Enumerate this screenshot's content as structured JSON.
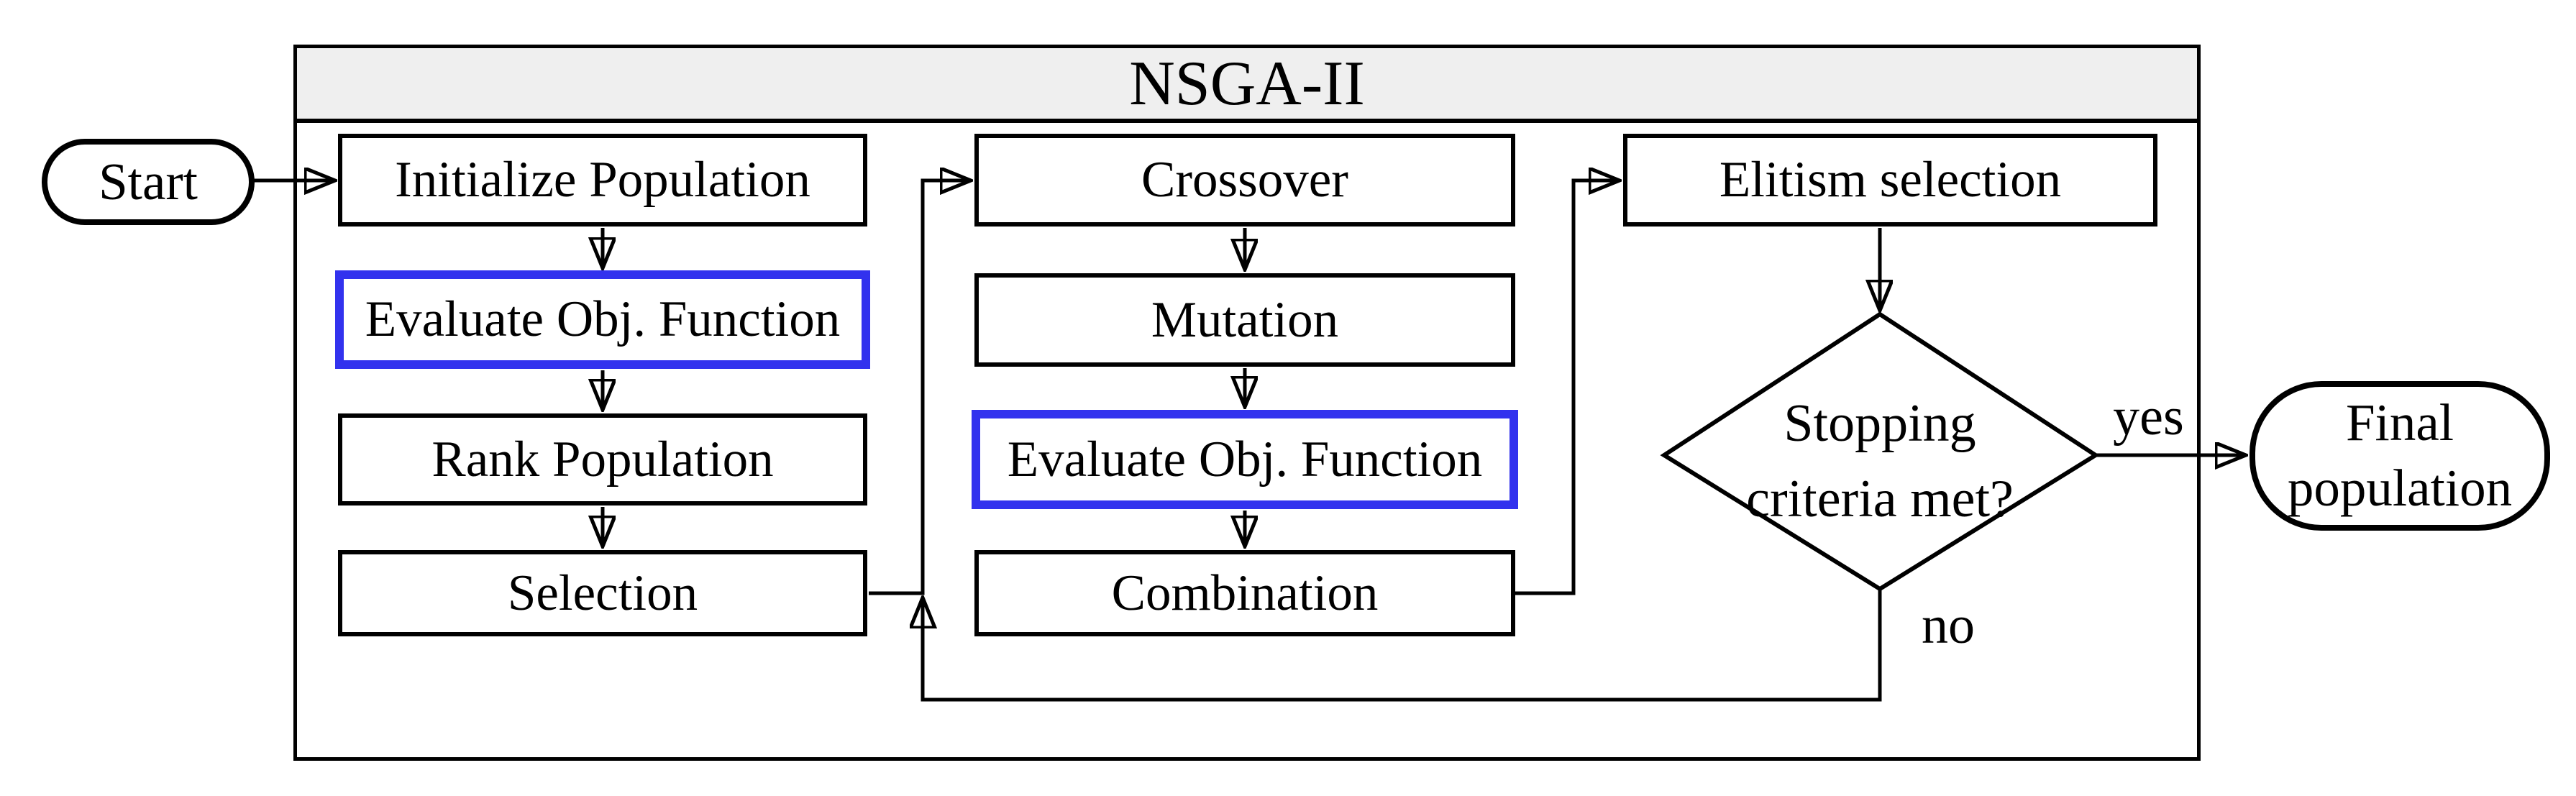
{
  "title": "NSGA-II",
  "nodes": {
    "start": "Start",
    "initialize": "Initialize Population",
    "evaluate1": "Evaluate Obj. Function",
    "rank": "Rank Population",
    "selection": "Selection",
    "crossover": "Crossover",
    "mutation": "Mutation",
    "evaluate2": "Evaluate Obj. Function",
    "combination": "Combination",
    "elitism": "Elitism selection",
    "decision_line1": "Stopping",
    "decision_line2": "criteria met?",
    "final_line1": "Final",
    "final_line2": "population"
  },
  "edge_labels": {
    "yes": "yes",
    "no": "no"
  },
  "colors": {
    "highlight": "#3232ee",
    "titlebar_bg": "#efefef",
    "stroke": "#000000"
  }
}
